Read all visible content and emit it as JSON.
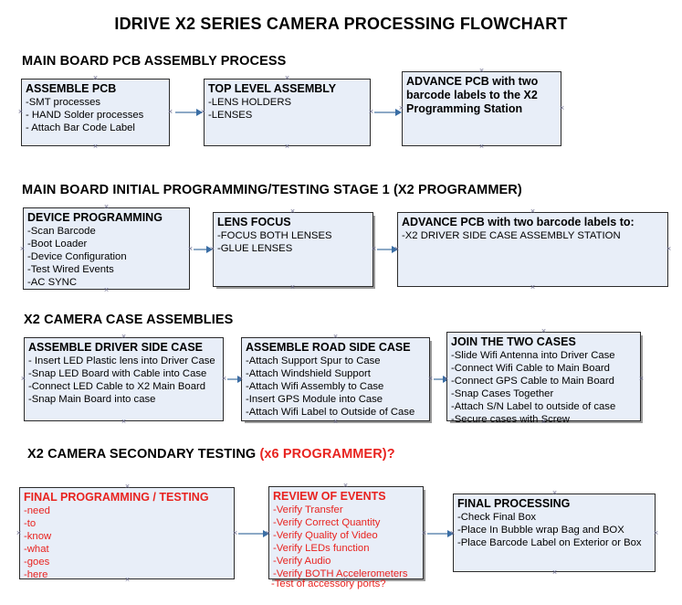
{
  "document": {
    "title": "IDRIVE X2  SERIES CAMERA PROCESSING FLOWCHART"
  },
  "sections": [
    {
      "id": "main-board-pcb-assembly",
      "heading": "MAIN BOARD PCB ASSEMBLY PROCESS",
      "heading_accent": "",
      "boxes": [
        {
          "title": "ASSEMBLE PCB",
          "lines": [
            "-SMT processes",
            "- HAND Solder processes",
            "- Attach Bar Code Label"
          ]
        },
        {
          "title": "TOP LEVEL ASSEMBLY",
          "lines": [
            "-LENS HOLDERS",
            "-LENSES"
          ]
        },
        {
          "title": "ADVANCE PCB with two barcode labels to the  X2 Programming Station",
          "lines": []
        }
      ]
    },
    {
      "id": "initial-programming-testing",
      "heading": "MAIN BOARD INITIAL PROGRAMMING/TESTING STAGE 1 (X2 PROGRAMMER)",
      "heading_accent": "",
      "boxes": [
        {
          "title": "DEVICE PROGRAMMING",
          "lines": [
            "-Scan Barcode",
            "-Boot Loader",
            "-Device Configuration",
            "-Test Wired Events",
            "-AC SYNC"
          ]
        },
        {
          "title": "LENS FOCUS",
          "lines": [
            "-FOCUS BOTH LENSES",
            "-GLUE LENSES"
          ]
        },
        {
          "title": "ADVANCE PCB with two barcode labels to:",
          "lines": [
            "-X2 DRIVER  SIDE  CASE  ASSEMBLY STATION"
          ]
        }
      ]
    },
    {
      "id": "camera-case-assemblies",
      "heading": "X2 CAMERA CASE ASSEMBLIES",
      "heading_accent": "",
      "boxes": [
        {
          "title": "ASSEMBLE DRIVER SIDE CASE",
          "lines": [
            "- Insert LED Plastic lens into Driver Case",
            "-Snap LED Board with Cable into Case",
            "-Connect LED Cable to X2 Main Board",
            "-Snap Main Board into case"
          ]
        },
        {
          "title": "ASSEMBLE ROAD SIDE CASE",
          "lines": [
            "-Attach Support Spur to Case",
            "-Attach Windshield Support",
            "-Attach Wifi Assembly to Case",
            "-Insert GPS Module into Case",
            "-Attach Wifi Label to Outside of Case"
          ]
        },
        {
          "title": "JOIN THE TWO CASES",
          "lines": [
            "-Slide Wifi Antenna into Driver Case",
            "-Connect Wifi Cable to Main Board",
            "-Connect GPS Cable to Main Board",
            "-Snap Cases Together",
            "-Attach S/N Label to outside of case",
            "-Secure cases with Screw"
          ]
        }
      ]
    },
    {
      "id": "secondary-testing",
      "heading": "X2 CAMERA SECONDARY TESTING ",
      "heading_accent": "(x6 PROGRAMMER)?",
      "boxes": [
        {
          "title": "FINAL PROGRAMMING / TESTING",
          "lines": [
            "-need",
            "-to",
            "-know",
            "-what",
            "-goes",
            "-here"
          ]
        },
        {
          "title": "REVIEW OF EVENTS",
          "lines": [
            "-Verify Transfer",
            "-Verify Correct Quantity",
            "-Verify Quality of Video",
            "-Verify LEDs function",
            "-Verify Audio",
            "-Verify BOTH Accelerometers"
          ],
          "overflow_line": "-Test of accessory ports?"
        },
        {
          "title": "FINAL PROCESSING",
          "lines": [
            " -Check Final Box",
            "-Place In Bubble wrap Bag and BOX",
            "-Place Barcode Label on Exterior or Box"
          ]
        }
      ]
    }
  ],
  "colors": {
    "box_fill": "#e8eef8",
    "box_border": "#2b2b2b",
    "connector": "#8ca9c6",
    "arrow_head": "#3a6ea5",
    "accent_red": "#e8231f",
    "text": "#000000"
  }
}
